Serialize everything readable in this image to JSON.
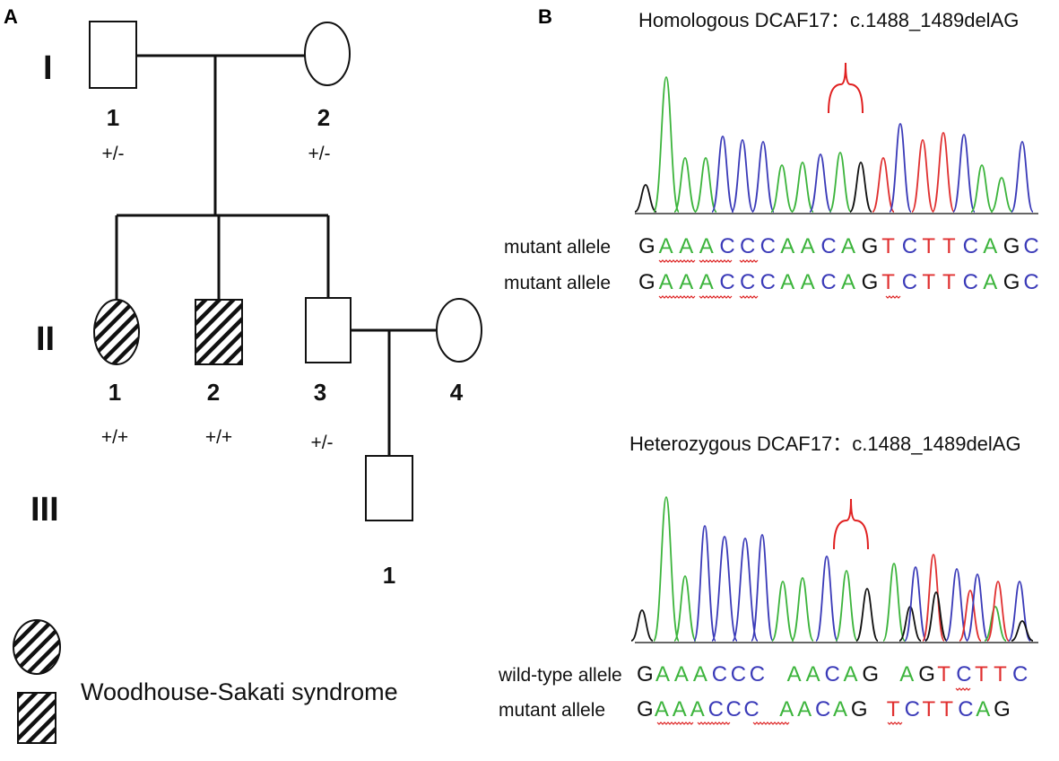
{
  "panel_a": {
    "letter": "A",
    "generations": [
      "I",
      "II",
      "III"
    ],
    "individuals": {
      "I1": {
        "number": "1",
        "genotype": "+/-"
      },
      "I2": {
        "number": "2",
        "genotype": "+/-"
      },
      "II1": {
        "number": "1",
        "genotype": "+/+"
      },
      "II2": {
        "number": "2",
        "genotype": "+/+"
      },
      "II3": {
        "number": "3",
        "genotype": "+/-"
      },
      "II4": {
        "number": "4",
        "genotype": ""
      },
      "III1": {
        "number": "1",
        "genotype": ""
      }
    },
    "legend_label": "Woodhouse-Sakati syndrome"
  },
  "panel_b": {
    "letter": "B",
    "colors": {
      "A": "#3cb43c",
      "C": "#3a3ab8",
      "G": "#111111",
      "T": "#e03030"
    },
    "homozygous": {
      "title": "Homologous DCAF17：c.1488_1489delAG",
      "rows": [
        {
          "label": "mutant allele",
          "sequence": "GAAACCCAACAGTCTTCAGC"
        },
        {
          "label": "mutant allele",
          "sequence": "GAAACCCAACAGTCTTCAGC"
        }
      ]
    },
    "heterozygous": {
      "title": "Heterozygous DCAF17：c.1488_1489delAG",
      "rows": [
        {
          "label": "wild-type allele",
          "sequence": "GAAACCC AACAG AGTCTTC"
        },
        {
          "label": "mutant allele",
          "sequence": "GAAACCC AACAG TCTTCAG"
        }
      ]
    }
  }
}
